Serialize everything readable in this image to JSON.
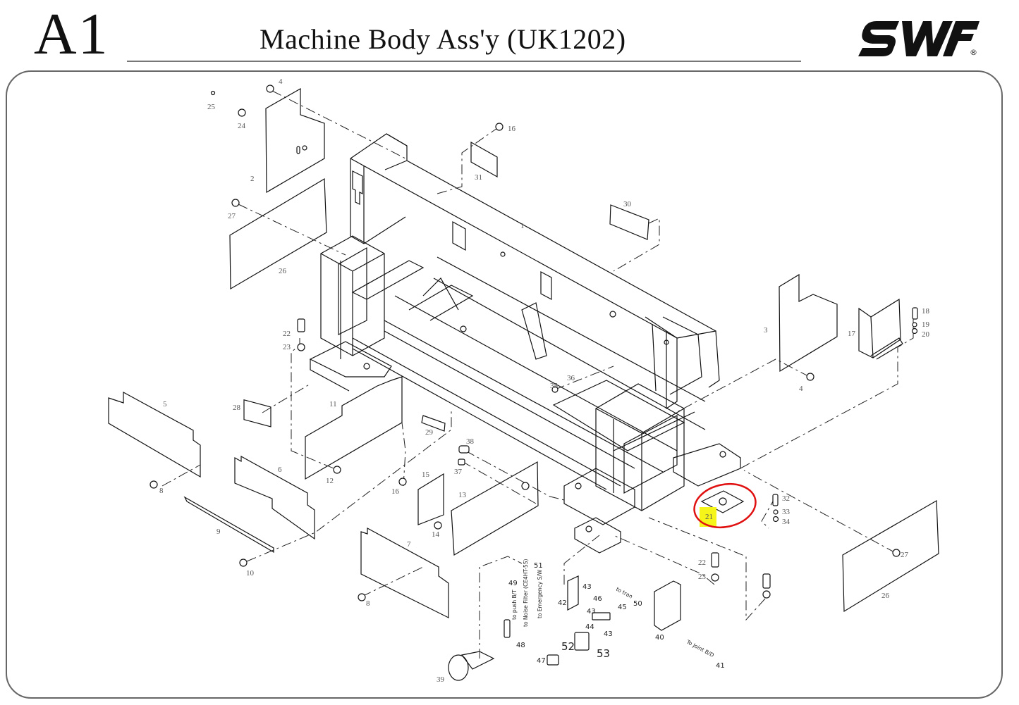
{
  "header": {
    "page_code": "A1",
    "title": "Machine Body Ass'y (UK1202)",
    "brand_logo": "SWF",
    "registered_mark": "®"
  },
  "highlight": {
    "part": "21",
    "annotation": "red-circle",
    "label_highlight_color": "#f5f51a",
    "circle_color": "#e01010"
  },
  "parts": {
    "p1": "1",
    "p2": "2",
    "p3": "3",
    "p4a": "4",
    "p4b": "4",
    "p5": "5",
    "p6": "6",
    "p7": "7",
    "p8a": "8",
    "p8b": "8",
    "p9": "9",
    "p10": "10",
    "p11": "11",
    "p12": "12",
    "p13": "13",
    "p14": "14",
    "p15": "15",
    "p16a": "16",
    "p16b": "16",
    "p17": "17",
    "p18": "18",
    "p19": "19",
    "p20": "20",
    "p21": "21",
    "p22a": "22",
    "p23a": "23",
    "p22b": "22",
    "p23b": "23",
    "p24": "24",
    "p25": "25",
    "p26a": "26",
    "p26b": "26",
    "p27a": "27",
    "p27b": "27",
    "p28": "28",
    "p29": "29",
    "p30": "30",
    "p31": "31",
    "p32": "32",
    "p33": "33",
    "p34": "34",
    "p35": "35",
    "p36": "36",
    "p37": "37",
    "p38": "38",
    "p39": "39",
    "p40": "40",
    "p41": "41",
    "p42": "42",
    "p43a": "43",
    "p43b": "43",
    "p43c": "43",
    "p44": "44",
    "p45": "45",
    "p46": "46",
    "p47": "47",
    "p48": "48",
    "p49": "49",
    "p50": "50",
    "p51": "51",
    "p52": "52",
    "p53": "53"
  },
  "wire_notes": {
    "push_bt": "to push B/T",
    "noise_filter": "to Noise Filter (CE4HT-5S)",
    "emergency": "to Emergency S/W",
    "tran": "to tran",
    "joint_bd": "To Joint B/D"
  }
}
